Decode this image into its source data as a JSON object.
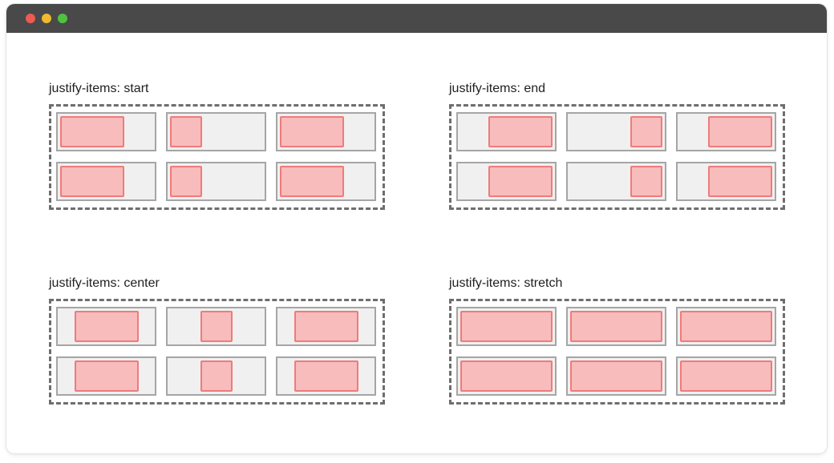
{
  "window": {
    "traffic_lights": [
      {
        "name": "close",
        "color": "#ee5b53"
      },
      {
        "name": "minimize",
        "color": "#f0b92f"
      },
      {
        "name": "zoom",
        "color": "#4fc33f"
      }
    ]
  },
  "colors": {
    "titlebar": "#494949",
    "cell_background": "#f0f0f0",
    "cell_border": "#a5a5a5",
    "item_fill": "#f8bcbc",
    "item_border": "#ef7b7b",
    "container_dashed_border": "#6e6e6e"
  },
  "panels": [
    {
      "title": "justify-items: start",
      "justify": "start"
    },
    {
      "title": "justify-items: end",
      "justify": "end"
    },
    {
      "title": "justify-items: center",
      "justify": "center"
    },
    {
      "title": "justify-items: stretch",
      "justify": "stretch"
    }
  ],
  "grid": {
    "rows": 2,
    "columns": 3,
    "item_size_per_column": [
      "wide",
      "narrow",
      "wide"
    ]
  }
}
